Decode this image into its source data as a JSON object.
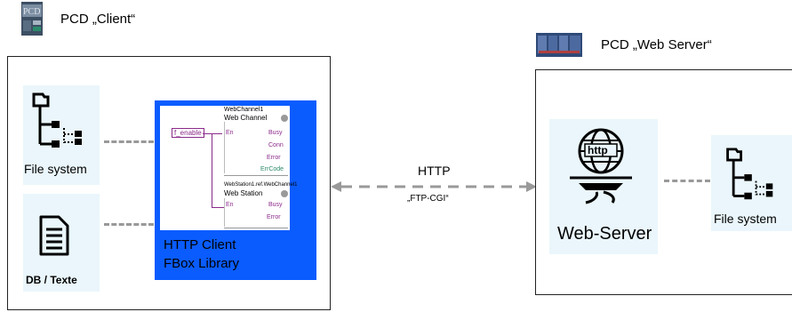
{
  "client": {
    "title": "PCD „Client“",
    "tiles": [
      {
        "label": "File system",
        "icon": "file-tree-icon"
      },
      {
        "label": "DB / Texte",
        "icon": "document-icon"
      }
    ],
    "library": {
      "line1": "HTTP Client",
      "line2": "FBox Library",
      "input_tag": "f_enable",
      "block1": {
        "header": "WebChannel1",
        "name": "Web Channel",
        "input": "En",
        "outputs": [
          "Busy",
          "Conn",
          "Error",
          "ErrCode"
        ]
      },
      "block2": {
        "header": "WebStation1.ref.WebChannel1",
        "name": "Web Station",
        "input": "En",
        "outputs": [
          "Busy",
          "Error"
        ]
      }
    }
  },
  "connection": {
    "protocol": "HTTP",
    "sub": "„FTP-CGI“"
  },
  "server": {
    "title": "PCD „Web Server“",
    "web_label": "Web-Server",
    "web_icon": "http-globe-icon",
    "file_label": "File system",
    "file_icon": "file-tree-icon"
  },
  "colors": {
    "library_blue": "#0a5cff",
    "tile_bg": "#eaf6fb",
    "fbox_purple": "#8a2a8a",
    "fbox_green": "#2a8a6a"
  }
}
